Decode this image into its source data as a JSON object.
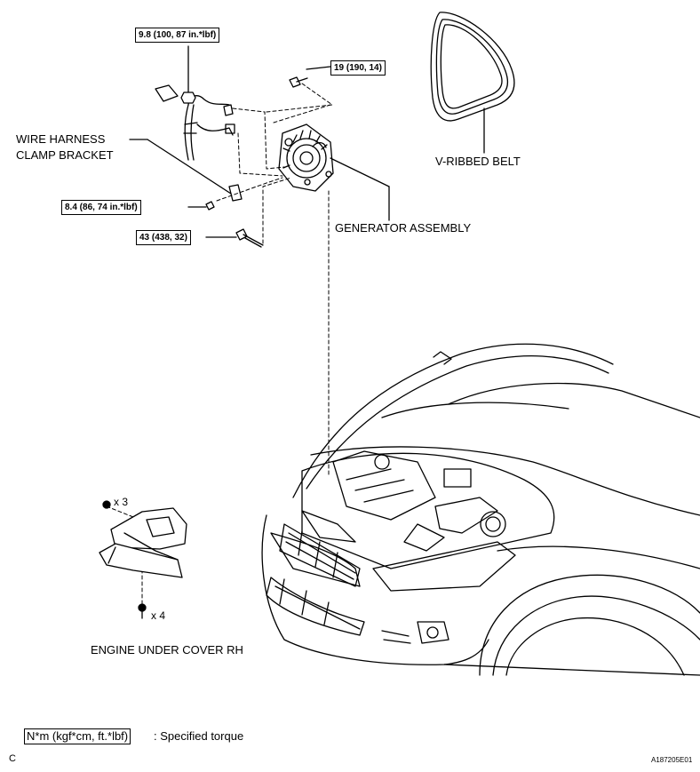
{
  "labels": {
    "wire_harness_line1": "WIRE HARNESS",
    "wire_harness_line2": "CLAMP BRACKET",
    "v_ribbed_belt": "V-RIBBED BELT",
    "generator_assembly": "GENERATOR ASSEMBLY",
    "engine_under_cover": "ENGINE UNDER COVER RH"
  },
  "torques": {
    "t1": "9.8 (100, 87 in.*lbf)",
    "t2": "19 (190, 14)",
    "t3": "8.4 (86, 74 in.*lbf)",
    "t4": "43 (438, 32)"
  },
  "counts": {
    "screws": "x 3",
    "bolts": "x 4"
  },
  "legend": {
    "unit_box": "N*m (kgf*cm, ft.*lbf)",
    "text": ": Specified torque"
  },
  "corner": {
    "left": "C",
    "right": "A187205E01"
  }
}
